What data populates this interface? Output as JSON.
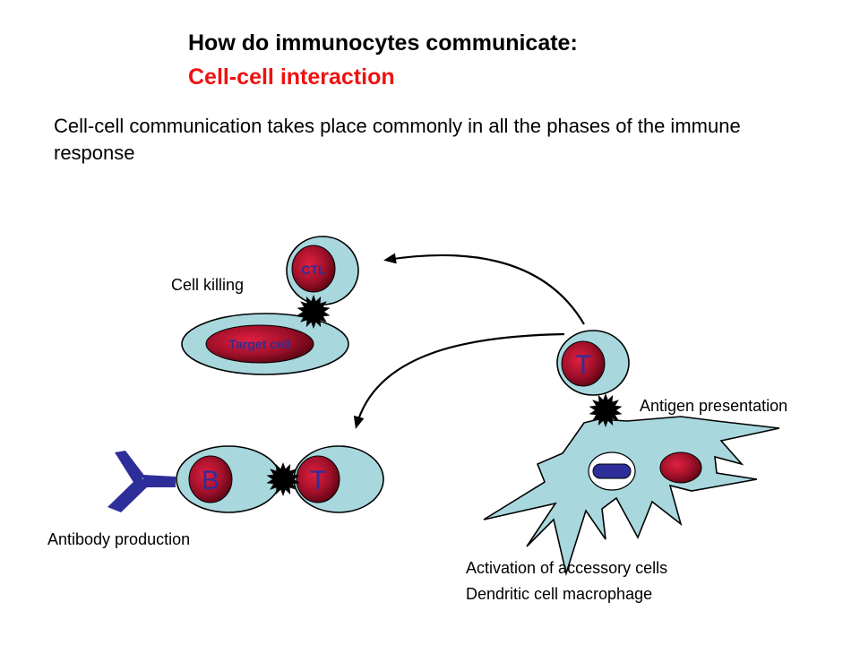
{
  "header": {
    "title": "How do immunocytes communicate:",
    "subtitle": "Cell-cell interaction",
    "subtitle_color": "#ee1111"
  },
  "intro": "Cell-cell communication takes place commonly in all the phases of the immune response",
  "labels": {
    "cell_killing": "Cell killing",
    "antigen_presentation": "Antigen presentation",
    "antibody_production": "Antibody production",
    "activation_line1": "Activation of accessory cells",
    "activation_line2": "Dendritic cell macrophage"
  },
  "cells": {
    "ctl": "CTL",
    "target": "Target cell",
    "t_presenting": "T",
    "b": "B",
    "t_helper": "T"
  },
  "colors": {
    "cytoplasm": "#a8d8de",
    "nucleus": "#b0102a",
    "cell_label": "#2e2e9a",
    "antibody": "#2e2e9a"
  }
}
